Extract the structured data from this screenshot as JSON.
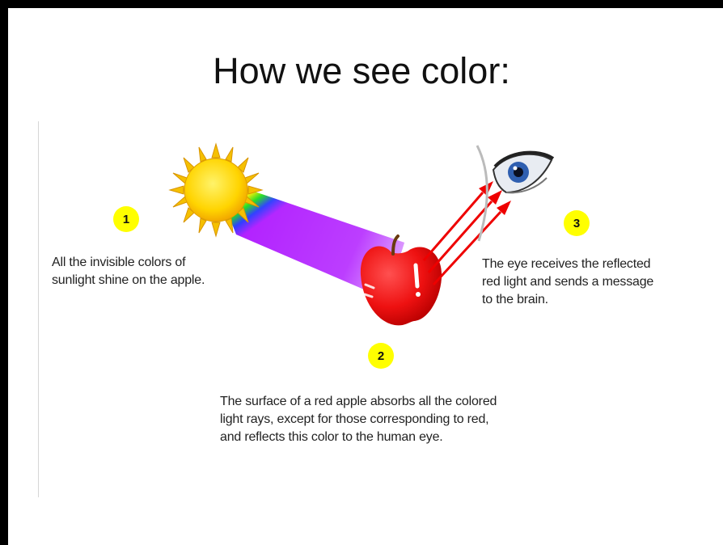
{
  "slide": {
    "title": "How we see color:",
    "colors": {
      "background": "#ffffff",
      "frame": "#000000",
      "badge": "#ffff00",
      "apple": "#ee1111",
      "sun": "#ffd000"
    }
  },
  "steps": [
    {
      "number": "1",
      "lines": [
        "All the invisible colors of",
        "sunlight shine on the apple."
      ]
    },
    {
      "number": "2",
      "lines": [
        "The surface of a red apple absorbs all the colored",
        "light rays, except for those corresponding to red,",
        "and reflects this color to the human eye."
      ]
    },
    {
      "number": "3",
      "lines": [
        "The eye receives the reflected",
        "red light and sends a message",
        "to the brain."
      ]
    }
  ],
  "icons": [
    "sun-icon",
    "rainbow-beam",
    "apple-icon",
    "red-light-arrows",
    "eye-icon"
  ]
}
